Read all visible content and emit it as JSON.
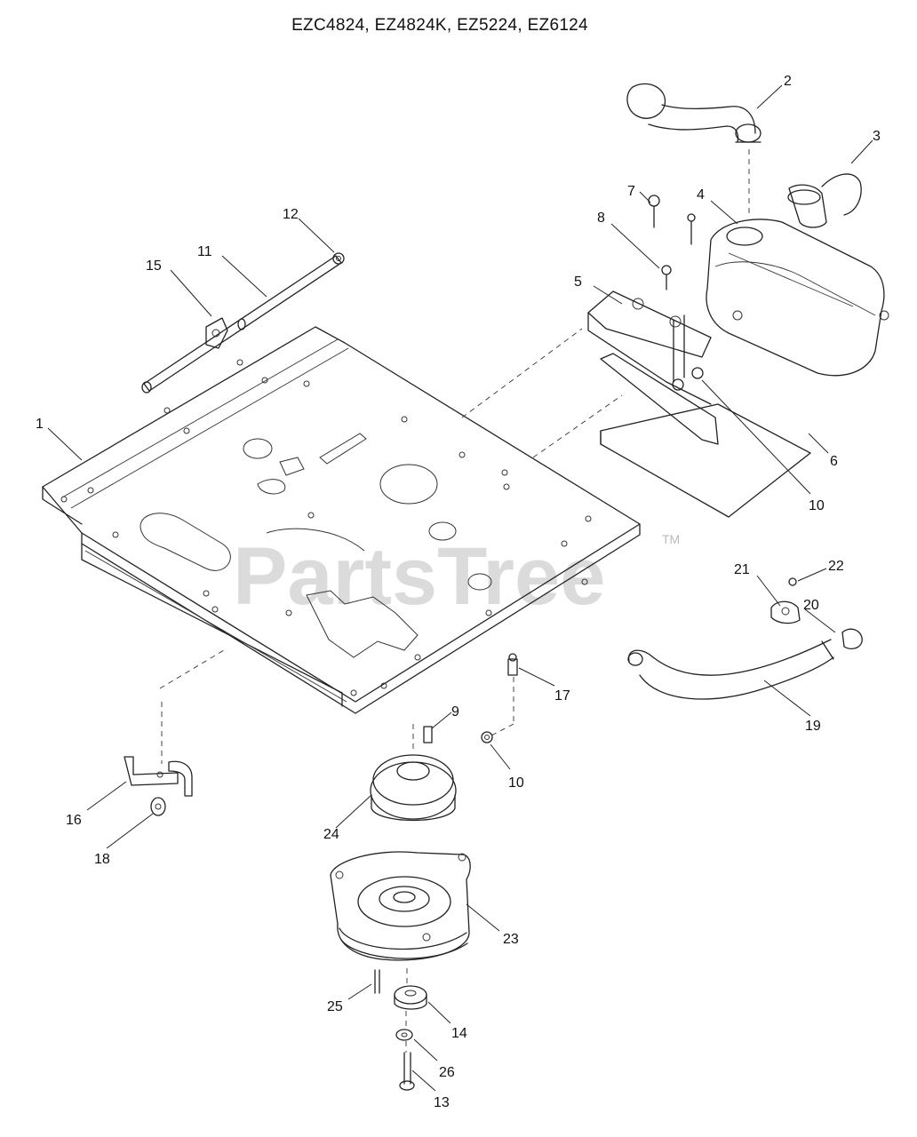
{
  "header": {
    "title": "EZC4824, EZ4824K, EZ5224, EZ6124"
  },
  "watermark": {
    "text": "PartsTree",
    "trademark": "TM"
  },
  "callouts": {
    "c1": "1",
    "c2": "2",
    "c3": "3",
    "c4": "4",
    "c5": "5",
    "c6": "6",
    "c7": "7",
    "c8": "8",
    "c9": "9",
    "c10a": "10",
    "c10b": "10",
    "c11": "11",
    "c12": "12",
    "c13": "13",
    "c14": "14",
    "c15": "15",
    "c16": "16",
    "c17": "17",
    "c18": "18",
    "c19": "19",
    "c20": "20",
    "c21": "21",
    "c22": "22",
    "c23": "23",
    "c24": "24",
    "c25": "25",
    "c26": "26"
  }
}
